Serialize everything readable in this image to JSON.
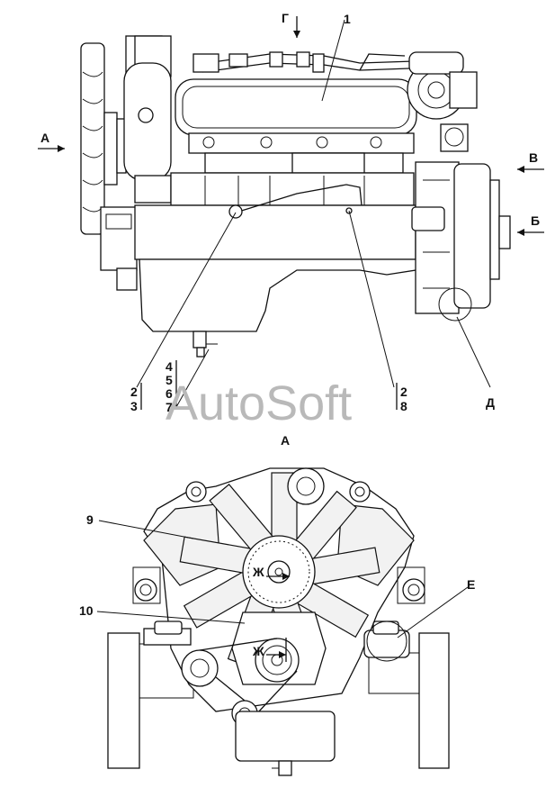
{
  "callouts": {
    "c1": "1",
    "c2a": "2",
    "c3": "3",
    "c4": "4",
    "c5": "5",
    "c6": "6",
    "c7": "7",
    "c2b": "2",
    "c8": "8",
    "c9": "9",
    "c10": "10"
  },
  "view_arrows": {
    "a": "А",
    "v": "В",
    "b": "Б",
    "g": "Г",
    "d": "Д",
    "e": "Е",
    "zh1": "Ж",
    "zh2": "Ж"
  },
  "view_title": "А",
  "watermark": "AutoSoft",
  "colors": {
    "line": "#111111",
    "watermark": "#b9b9b9",
    "background": "#ffffff"
  }
}
